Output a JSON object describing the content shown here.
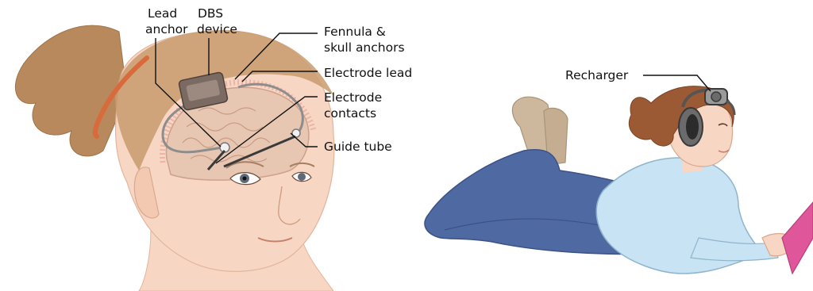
{
  "left_panel": {
    "labels": {
      "lead_anchor_line1": "Lead",
      "lead_anchor_line2": "anchor",
      "dbs_device_line1": "DBS",
      "dbs_device_line2": "device",
      "fennula_line1": "Fennula &",
      "fennula_line2": "skull anchors",
      "electrode_lead": "Electrode lead",
      "electrode_contacts_line1": "Electrode",
      "electrode_contacts_line2": "contacts",
      "guide_tube": "Guide tube"
    }
  },
  "right_panel": {
    "labels": {
      "recharger": "Recharger"
    }
  },
  "colors": {
    "skin": "#f7d7c4",
    "skin_shadow": "#e9b89f",
    "hair": "#b8895d",
    "hair_band": "#d86a3c",
    "brain": "#e6c6b0",
    "brain_outline": "#c99c86",
    "device": "#7b6a61",
    "electrode": "#3a3a3a",
    "jeans": "#4f6aa3",
    "sweater": "#c8e3f3",
    "sock": "#cdb89e",
    "tablet": "#e0569a",
    "headset": "#555555",
    "hair_right": "#9b5a34"
  }
}
